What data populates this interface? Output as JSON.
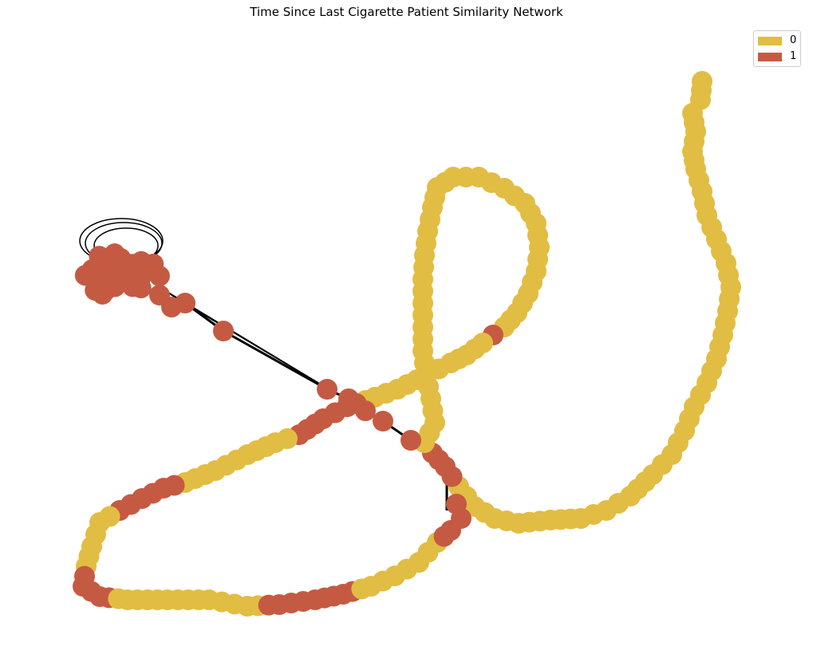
{
  "title": "Time Since Last Cigarette Patient Similarity Network",
  "legend": [
    {
      "label": "0",
      "color": "#e2bd43"
    },
    {
      "label": "1",
      "color": "#c55a43"
    }
  ],
  "colors": {
    "edge": "#000000",
    "class_0": "#e2bd43",
    "class_1": "#c55a43"
  }
}
